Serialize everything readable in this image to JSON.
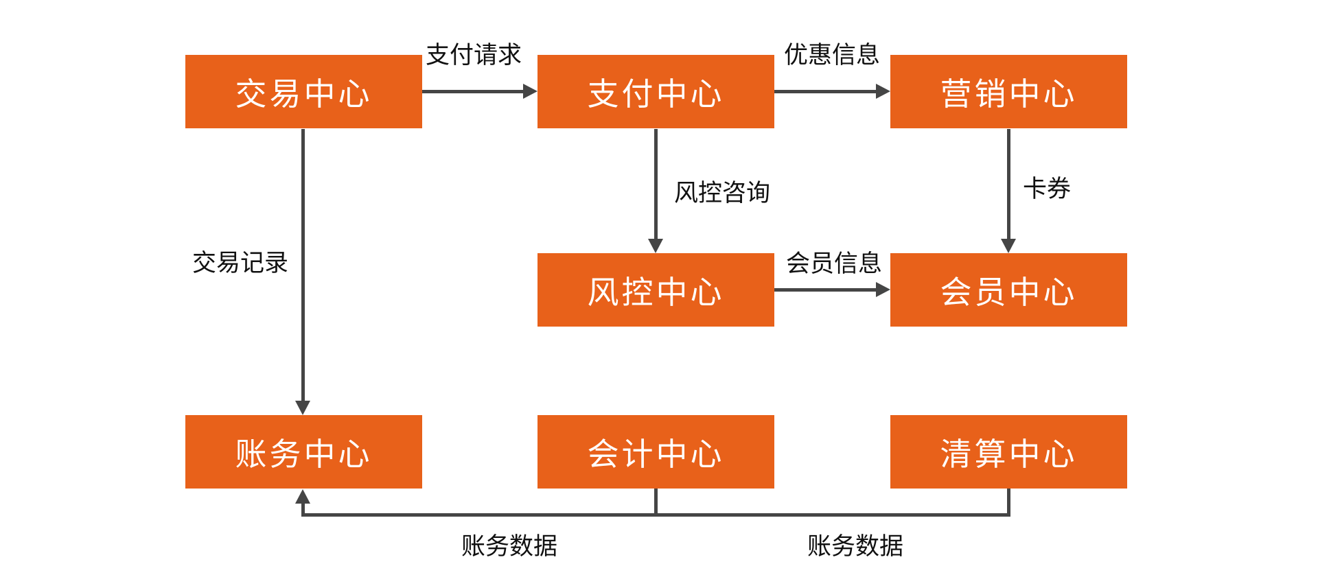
{
  "diagram": {
    "colors": {
      "node_fill": "#E8611A",
      "node_text": "#FFFFFF",
      "connector": "#454545",
      "label_text": "#111111",
      "background": "#FFFFFF"
    },
    "nodes": [
      {
        "id": "trade",
        "label": "交易中心",
        "row": 0,
        "col": 0
      },
      {
        "id": "pay",
        "label": "支付中心",
        "row": 0,
        "col": 1
      },
      {
        "id": "marketing",
        "label": "营销中心",
        "row": 0,
        "col": 2
      },
      {
        "id": "risk",
        "label": "风控中心",
        "row": 1,
        "col": 1
      },
      {
        "id": "member",
        "label": "会员中心",
        "row": 1,
        "col": 2
      },
      {
        "id": "account",
        "label": "账务中心",
        "row": 2,
        "col": 0
      },
      {
        "id": "accounting",
        "label": "会计中心",
        "row": 2,
        "col": 1
      },
      {
        "id": "clearing",
        "label": "清算中心",
        "row": 2,
        "col": 2
      }
    ],
    "edges": [
      {
        "from": "交易中心",
        "to": "支付中心",
        "label": "支付请求",
        "direction": "right"
      },
      {
        "from": "支付中心",
        "to": "营销中心",
        "label": "优惠信息",
        "direction": "right"
      },
      {
        "from": "支付中心",
        "to": "风控中心",
        "label": "风控咨询",
        "direction": "down"
      },
      {
        "from": "营销中心",
        "to": "会员中心",
        "label": "卡券",
        "direction": "down"
      },
      {
        "from": "风控中心",
        "to": "会员中心",
        "label": "会员信息",
        "direction": "right"
      },
      {
        "from": "交易中心",
        "to": "账务中心",
        "label": "交易记录",
        "direction": "down"
      },
      {
        "from": "会计中心",
        "to": "账务中心",
        "label": "账务数据",
        "direction": "left-up"
      },
      {
        "from": "清算中心",
        "to": "账务中心",
        "label": "账务数据",
        "direction": "left-up"
      }
    ]
  }
}
